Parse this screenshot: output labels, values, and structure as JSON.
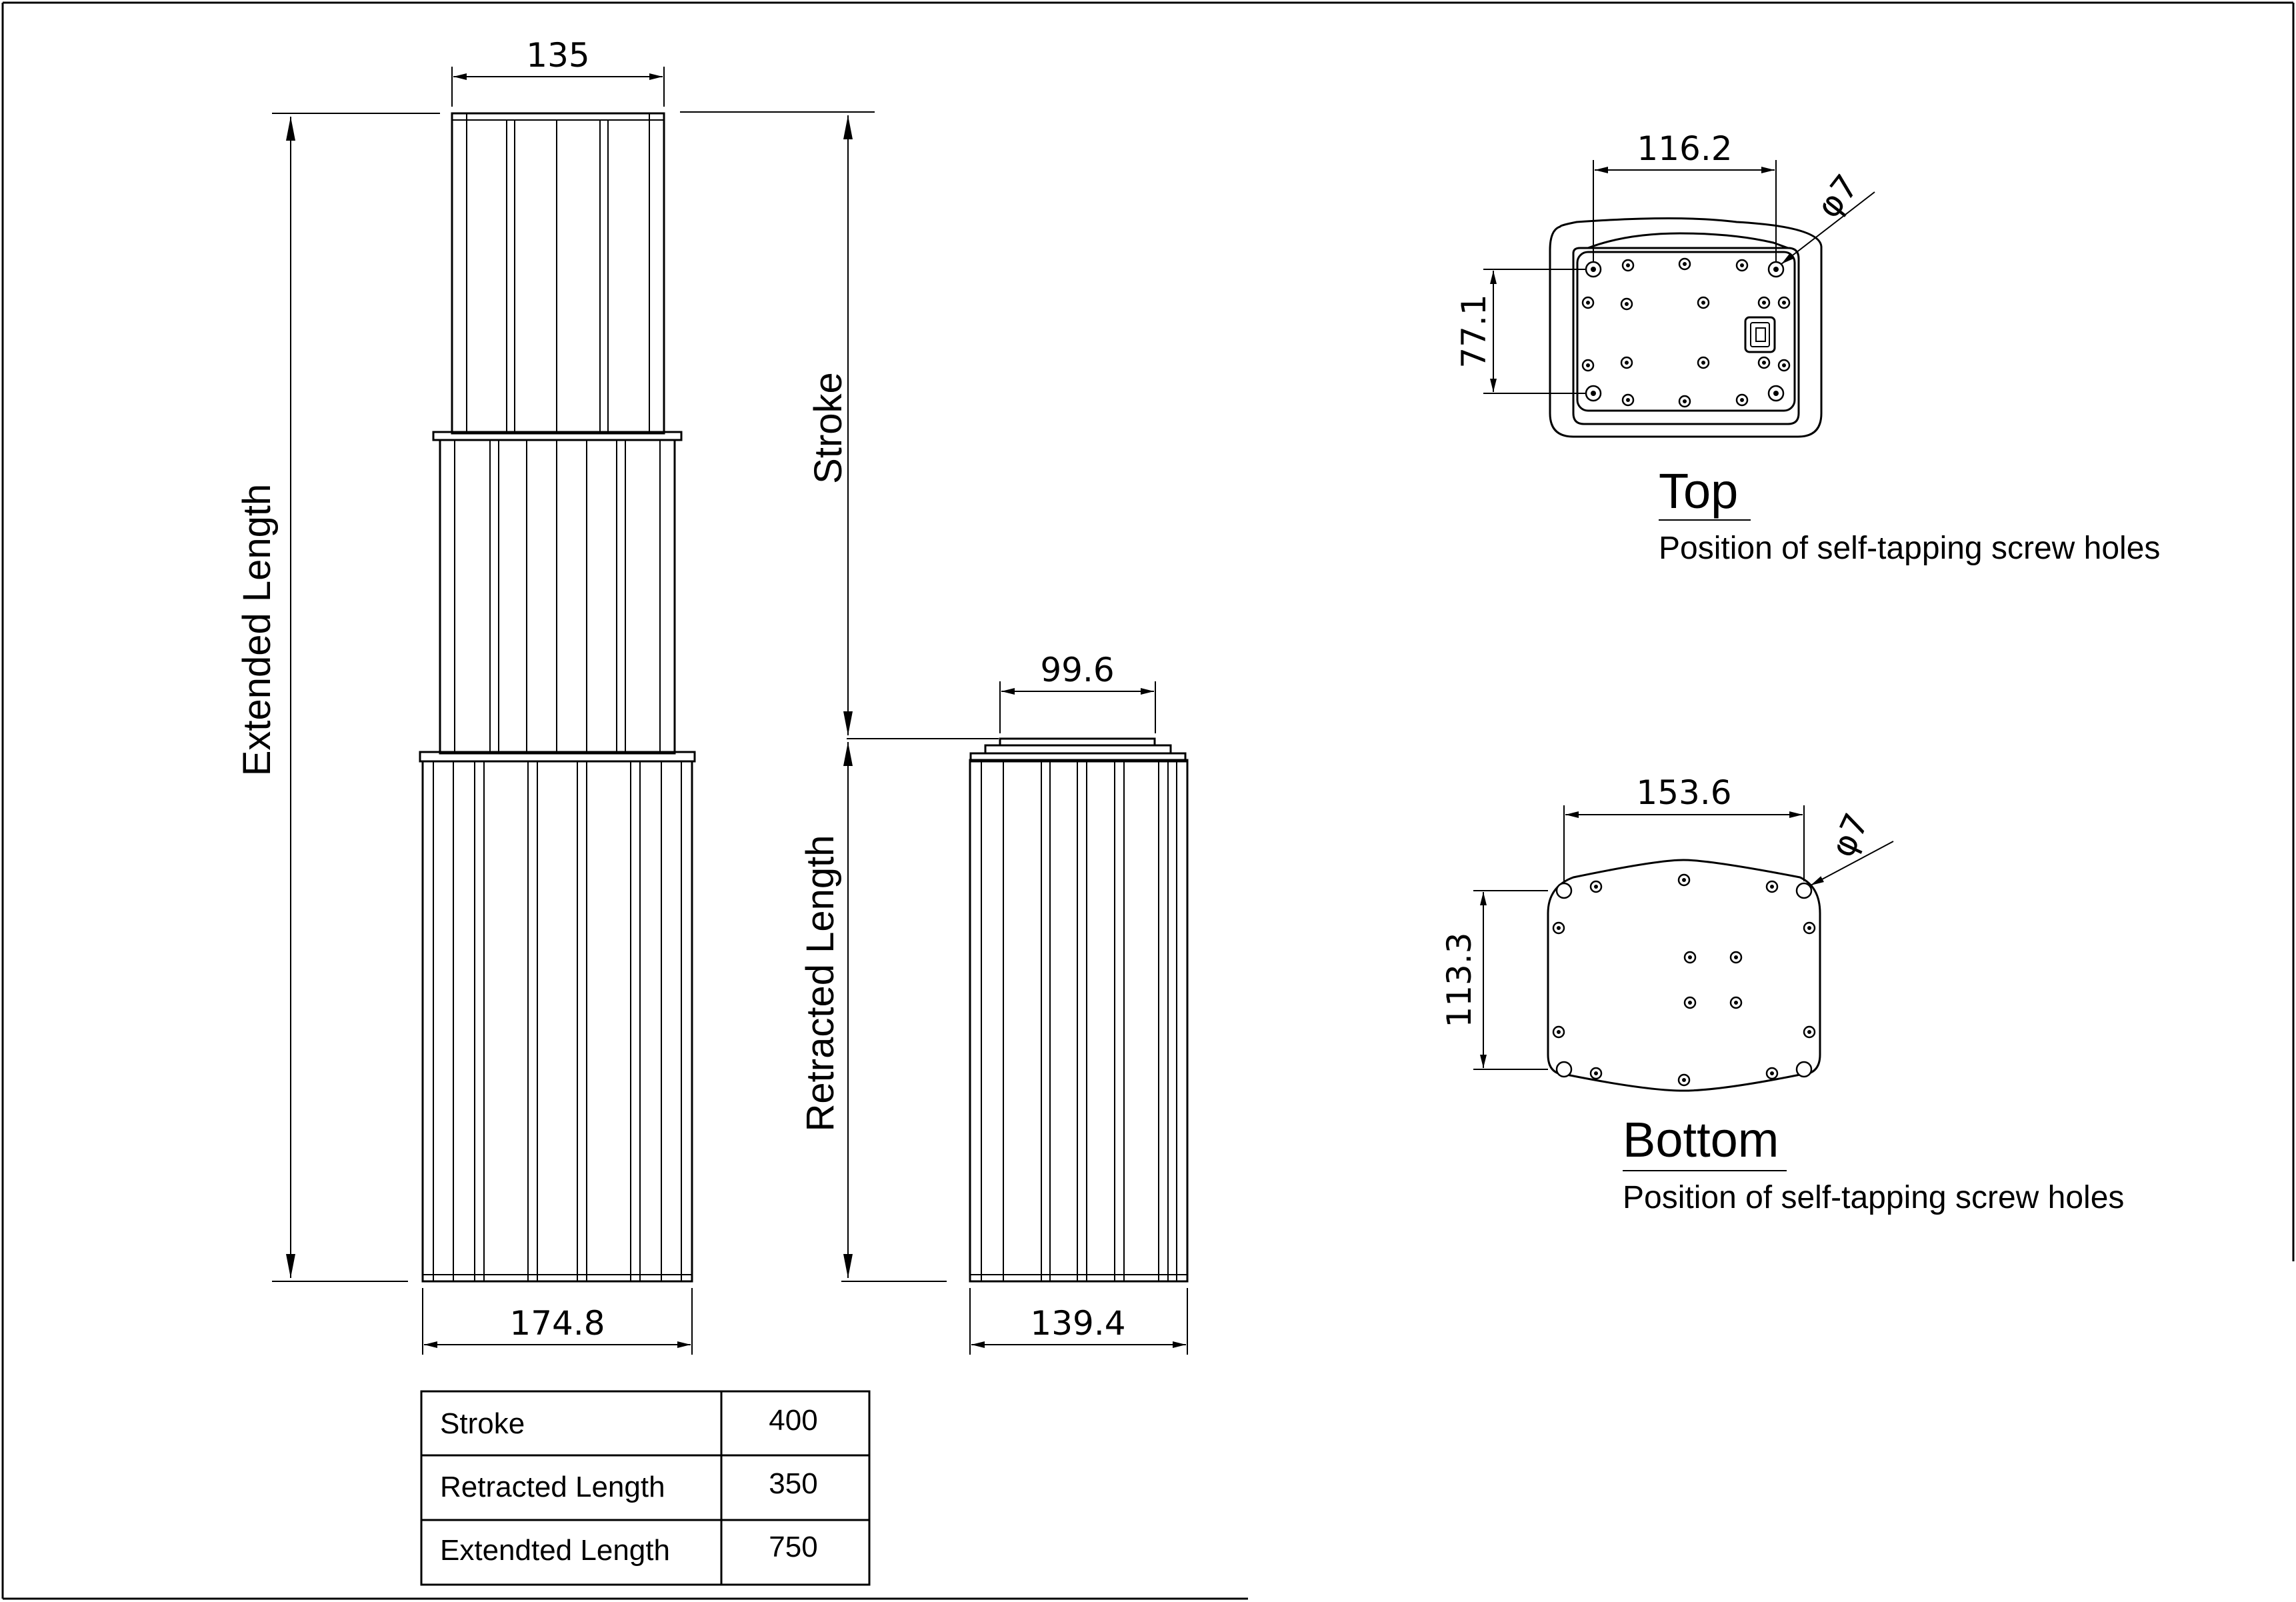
{
  "dimensions": {
    "top_width": "135",
    "mid_width": "99.6",
    "base_width": "174.8",
    "side_width": "139.4",
    "top_plate_width": "116.2",
    "top_plate_height": "77.1",
    "top_hole_dia": "φ7",
    "bottom_plate_width": "153.6",
    "bottom_plate_height": "113.3",
    "bottom_hole_dia": "φ7"
  },
  "labels": {
    "extended_length": "Extended Length",
    "stroke": "Stroke",
    "retracted_length": "Retracted Length"
  },
  "views": {
    "top": {
      "title": "Top",
      "caption": "Position of self-tapping screw holes"
    },
    "bottom": {
      "title": "Bottom",
      "caption": "Position of self-tapping screw holes"
    }
  },
  "spec_table": {
    "rows": [
      {
        "label": "Stroke",
        "value": "400"
      },
      {
        "label": "Retracted Length",
        "value": "350"
      },
      {
        "label": "Extendted Length",
        "value": "750"
      }
    ]
  }
}
